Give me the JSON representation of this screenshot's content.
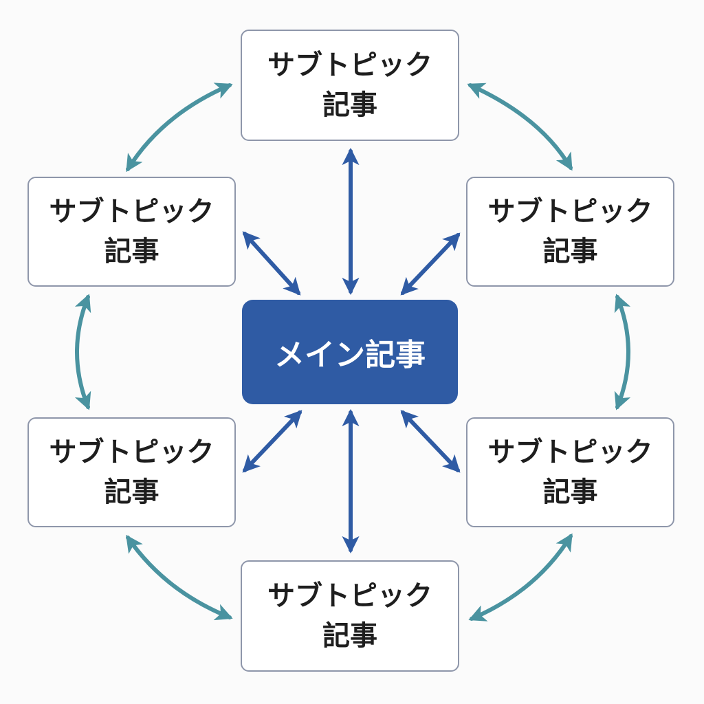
{
  "main_article": {
    "label": "メイン記事"
  },
  "subtopics": [
    {
      "id": "top",
      "line1": "サブトピック",
      "line2": "記事"
    },
    {
      "id": "upper-left",
      "line1": "サブトピック",
      "line2": "記事"
    },
    {
      "id": "upper-right",
      "line1": "サブトピック",
      "line2": "記事"
    },
    {
      "id": "lower-left",
      "line1": "サブトピック",
      "line2": "記事"
    },
    {
      "id": "lower-right",
      "line1": "サブトピック",
      "line2": "記事"
    },
    {
      "id": "bottom",
      "line1": "サブトピック",
      "line2": "記事"
    }
  ],
  "colors": {
    "main_fill": "#2f5ba4",
    "hub_arrow": "#2f5ba4",
    "ring_arrow": "#4a93a0",
    "box_border": "#8e96aa",
    "text": "#1e1e1e"
  },
  "connections": {
    "hub": [
      "top",
      "upper-left",
      "upper-right",
      "lower-left",
      "lower-right",
      "bottom"
    ],
    "ring": [
      [
        "top",
        "upper-right"
      ],
      [
        "upper-right",
        "lower-right"
      ],
      [
        "lower-right",
        "bottom"
      ],
      [
        "bottom",
        "lower-left"
      ],
      [
        "lower-left",
        "upper-left"
      ],
      [
        "upper-left",
        "top"
      ]
    ]
  }
}
